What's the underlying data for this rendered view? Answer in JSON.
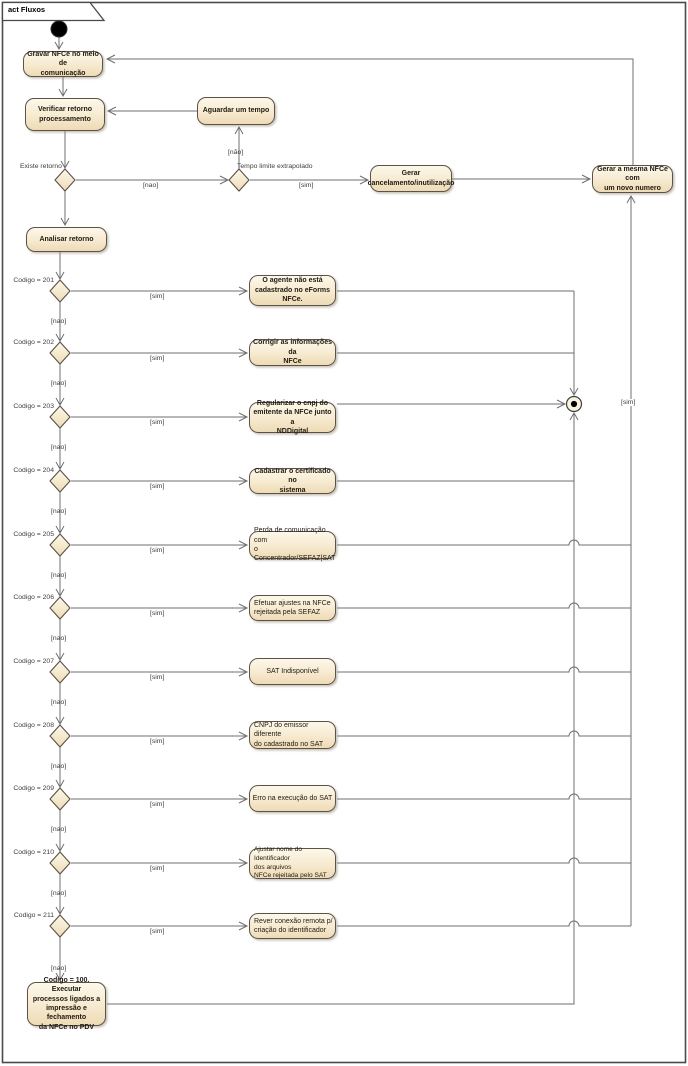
{
  "tab_label": "act Fluxos",
  "colors": {
    "node_fill_top": "#fdf8ea",
    "node_fill_bottom": "#eedbb6",
    "node_border": "#5c5248",
    "edge": "#6f6f6f",
    "frame_border": "#4a4a4a",
    "text": "#1f1a10"
  },
  "nodes": {
    "gravar": "Gravar NFCe no meio de\ncomunicação",
    "verificar": "Verificar retorno\nprocessamento",
    "aguardar": "Aguardar um tempo",
    "gerar_cancelamento": "Gerar\ncancelamento/inutilização",
    "gerar_mesma": "Gerar a mesma NFCe com\num novo numero",
    "analisar": "Analisar retorno",
    "codigo_100": "Codigo = 100. Executar\nprocessos ligados a\nimpressão e fechamento\nda NFCe no PDV"
  },
  "guards": {
    "existe_retorno": "Existe retorno",
    "tempo_limite": "Tempo limite extrapolado",
    "nao": "[nao]",
    "nao_tilde": "[não]",
    "sim_cancel": "[sim]",
    "sim_regen": "[sim]"
  },
  "rows": [
    {
      "code": "Codigo = 201",
      "sim": "[sim]",
      "nao": "[nao]",
      "action": "O agente não está\ncadastrado no eForms\nNFCe."
    },
    {
      "code": "Codigo = 202",
      "sim": "[sim]",
      "nao": "[nao]",
      "action": "Corrigir as informações da\nNFCe"
    },
    {
      "code": "Codigo = 203",
      "sim": "[sim]",
      "nao": "[nao]",
      "action": "Regularizar o cnpj do\nemitente da NFCe junto a\nNDDigital"
    },
    {
      "code": "Codigo = 204",
      "sim": "[sim]",
      "nao": "[nao]",
      "action": "Cadastrar o certificado no\nsistema"
    },
    {
      "code": "Codigo = 205",
      "sim": "[sim]",
      "nao": "[nao]",
      "action": "Perda de comunicação com\no Concentrador/SEFAZ|SAT"
    },
    {
      "code": "Codigo = 206",
      "sim": "[sim]",
      "nao": "[nao]",
      "action": "Efetuar ajustes na NFCe\nrejeitada pela SEFAZ"
    },
    {
      "code": "Codigo = 207",
      "sim": "[sim]",
      "nao": "[nao]",
      "action": "SAT Indisponível"
    },
    {
      "code": "Codigo = 208",
      "sim": "[sim]",
      "nao": "[nao]",
      "action": "CNPJ do emissor diferente\ndo cadastrado no SAT"
    },
    {
      "code": "Codigo = 209",
      "sim": "[sim]",
      "nao": "[nao]",
      "action": "Erro na execução do SAT"
    },
    {
      "code": "Codigo = 210",
      "sim": "[sim]",
      "nao": "[nao]",
      "action": "Ajustar nome do Identificador\ndos arquivos\nNFCe rejeitada pelo SAT"
    },
    {
      "code": "Codigo = 211",
      "sim": "[sim]",
      "nao": "[nao]",
      "action": "Rever conexão remota p/\ncriação do identificador"
    }
  ]
}
